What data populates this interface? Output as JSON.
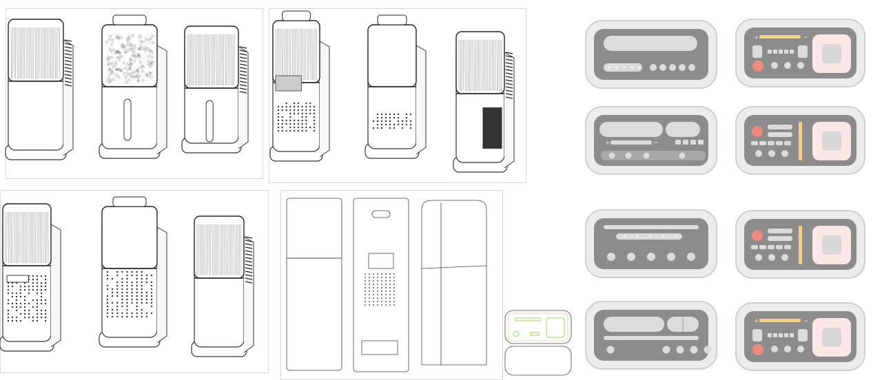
{
  "sketch_sheets": [
    {
      "units": [
        "wide-grille-side-vents",
        "textured-filter-slot-window",
        "slot-window-side-grille"
      ]
    },
    {
      "units": [
        "front-louver-dot-grid",
        "handle-top-dot-grid",
        "dark-side-grille"
      ]
    },
    {
      "units": [
        "display-front-perforated",
        "handle-top-perforated",
        "side-grille-plain"
      ]
    }
  ],
  "control_panels": [
    {
      "variant": "display-dots-knobs"
    },
    {
      "variant": "slider-pad",
      "plus": "+",
      "minus": "−"
    },
    {
      "variant": "dual-display-slider",
      "plus": "+",
      "minus": "−"
    },
    {
      "variant": "vertical-slider-pad"
    },
    {
      "variant": "bar-dots-knobs"
    },
    {
      "variant": "vertical-slider-pad-b"
    },
    {
      "variant": "split-display"
    },
    {
      "variant": "slider-pad-b",
      "plus": "+",
      "minus": "−"
    }
  ],
  "colors": {
    "panel_outer": "#ececec",
    "panel_inner": "#8c8c8c",
    "element": "#dcdcdc",
    "accent_red": "#ec8a80",
    "accent_yellow": "#f3d27a",
    "pad_pink": "#fde6e6",
    "line_green": "#9ad46a",
    "line_orange": "#f0c48a"
  }
}
